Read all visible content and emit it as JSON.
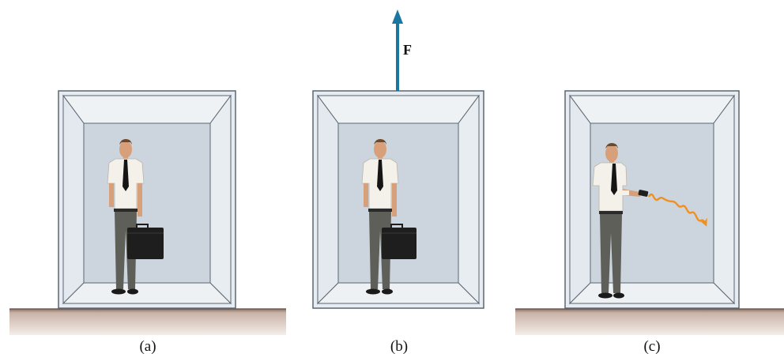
{
  "panels": [
    {
      "caption": "(a)"
    },
    {
      "caption": "(b)",
      "force_label": "F"
    },
    {
      "caption": "(c)"
    }
  ],
  "colors": {
    "background": "#ffffff",
    "elevator_outer": "#dfe6ec",
    "elevator_inner": "#ccd5de",
    "elevator_side": "#e7ecf1",
    "elevator_edge": "#5b6670",
    "ground_top": "#7a6258",
    "ground_fill": "#d8c8be",
    "force_arrow": "#1b77a0",
    "light_beam": "#f0901e",
    "shirt": "#f4f1ea",
    "tie": "#151515",
    "trousers": "#5f5f5a",
    "skin": "#d7a07a",
    "hair": "#6b4a2e",
    "briefcase": "#1e1e1e"
  },
  "icons": [
    "elevator",
    "man",
    "briefcase",
    "flashlight",
    "force-arrow",
    "light-beam"
  ]
}
